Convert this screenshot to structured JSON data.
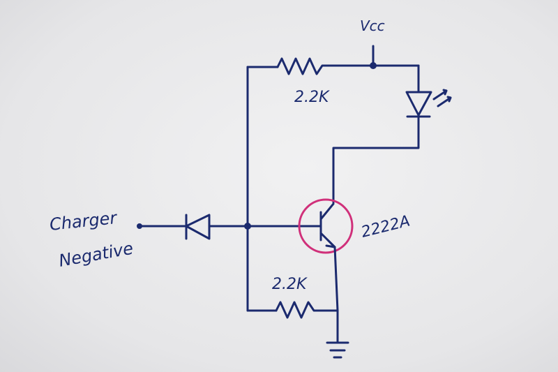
{
  "labels": {
    "vcc": "Vcc",
    "r_top": "2.2K",
    "r_bottom": "2.2K",
    "transistor": "2222A",
    "charger_line1": "Charger",
    "charger_line2": "Negative"
  },
  "colors": {
    "ink": "#1b2a6e",
    "highlight_circle": "#d0307a",
    "paper": "#ececed"
  }
}
